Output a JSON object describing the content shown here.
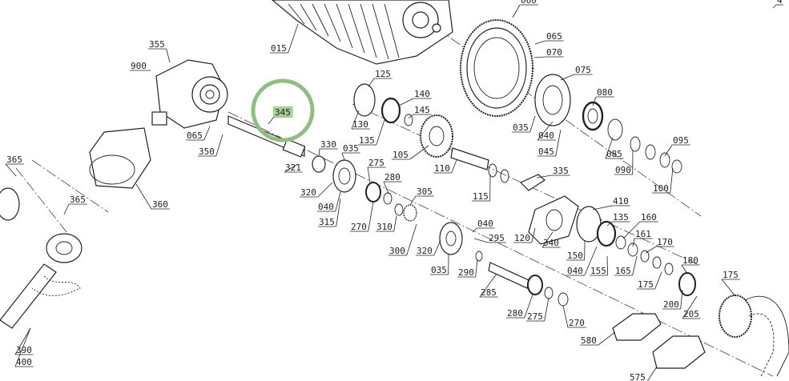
{
  "diagram": {
    "callouts": [
      {
        "id": "l015",
        "text": "015"
      },
      {
        "id": "l060",
        "text": "060"
      },
      {
        "id": "l065a",
        "text": "065"
      },
      {
        "id": "l070",
        "text": "070"
      },
      {
        "id": "l075",
        "text": "075"
      },
      {
        "id": "l080",
        "text": "080"
      },
      {
        "id": "l035a",
        "text": "035"
      },
      {
        "id": "l040a",
        "text": "040"
      },
      {
        "id": "l045",
        "text": "045"
      },
      {
        "id": "l085",
        "text": "085"
      },
      {
        "id": "l095",
        "text": "095"
      },
      {
        "id": "l090",
        "text": "090"
      },
      {
        "id": "l100",
        "text": "100"
      },
      {
        "id": "l355",
        "text": "355"
      },
      {
        "id": "l900",
        "text": "900"
      },
      {
        "id": "l125",
        "text": "125"
      },
      {
        "id": "l140",
        "text": "140"
      },
      {
        "id": "l145",
        "text": "145"
      },
      {
        "id": "l130",
        "text": "130"
      },
      {
        "id": "l135a",
        "text": "135"
      },
      {
        "id": "l105",
        "text": "105"
      },
      {
        "id": "l110",
        "text": "110"
      },
      {
        "id": "l345",
        "text": "345"
      },
      {
        "id": "l065b",
        "text": "065"
      },
      {
        "id": "l350",
        "text": "350"
      },
      {
        "id": "l330",
        "text": "330"
      },
      {
        "id": "l035b",
        "text": "035"
      },
      {
        "id": "l321",
        "text": "321"
      },
      {
        "id": "l275a",
        "text": "275"
      },
      {
        "id": "l280a",
        "text": "280"
      },
      {
        "id": "l335",
        "text": "335"
      },
      {
        "id": "l115",
        "text": "115"
      },
      {
        "id": "l365a",
        "text": "365"
      },
      {
        "id": "l320a",
        "text": "320"
      },
      {
        "id": "l040b",
        "text": "040"
      },
      {
        "id": "l315",
        "text": "315"
      },
      {
        "id": "l305",
        "text": "305"
      },
      {
        "id": "l270a",
        "text": "270"
      },
      {
        "id": "l310",
        "text": "310"
      },
      {
        "id": "l365b",
        "text": "365"
      },
      {
        "id": "l360",
        "text": "360"
      },
      {
        "id": "l120",
        "text": "120"
      },
      {
        "id": "l340",
        "text": "340"
      },
      {
        "id": "l410",
        "text": "410"
      },
      {
        "id": "l135b",
        "text": "135"
      },
      {
        "id": "l160",
        "text": "160"
      },
      {
        "id": "l040c",
        "text": "040"
      },
      {
        "id": "l295",
        "text": "295"
      },
      {
        "id": "l300",
        "text": "300"
      },
      {
        "id": "l320b",
        "text": "320"
      },
      {
        "id": "l161",
        "text": "161"
      },
      {
        "id": "l170",
        "text": "170"
      },
      {
        "id": "l150",
        "text": "150"
      },
      {
        "id": "l035c",
        "text": "035"
      },
      {
        "id": "l290",
        "text": "290"
      },
      {
        "id": "l040d",
        "text": "040"
      },
      {
        "id": "l155",
        "text": "155"
      },
      {
        "id": "l165",
        "text": "165"
      },
      {
        "id": "l180",
        "text": "180"
      },
      {
        "id": "l175a",
        "text": "175"
      },
      {
        "id": "l175b",
        "text": "175"
      },
      {
        "id": "l285",
        "text": "285"
      },
      {
        "id": "l200",
        "text": "200"
      },
      {
        "id": "l205",
        "text": "205"
      },
      {
        "id": "l280b",
        "text": "280"
      },
      {
        "id": "l275b",
        "text": "275"
      },
      {
        "id": "l270b",
        "text": "270"
      },
      {
        "id": "l580",
        "text": "580"
      },
      {
        "id": "l390",
        "text": "390"
      },
      {
        "id": "l400",
        "text": "400"
      },
      {
        "id": "l575",
        "text": "575"
      },
      {
        "id": "l4x",
        "text": "4"
      }
    ],
    "highlight": {
      "callout": "345",
      "color": "#8fbf7f",
      "fill": "#a8d28f"
    },
    "colors": {
      "ink": "#222222",
      "paper": "#ffffff"
    }
  }
}
